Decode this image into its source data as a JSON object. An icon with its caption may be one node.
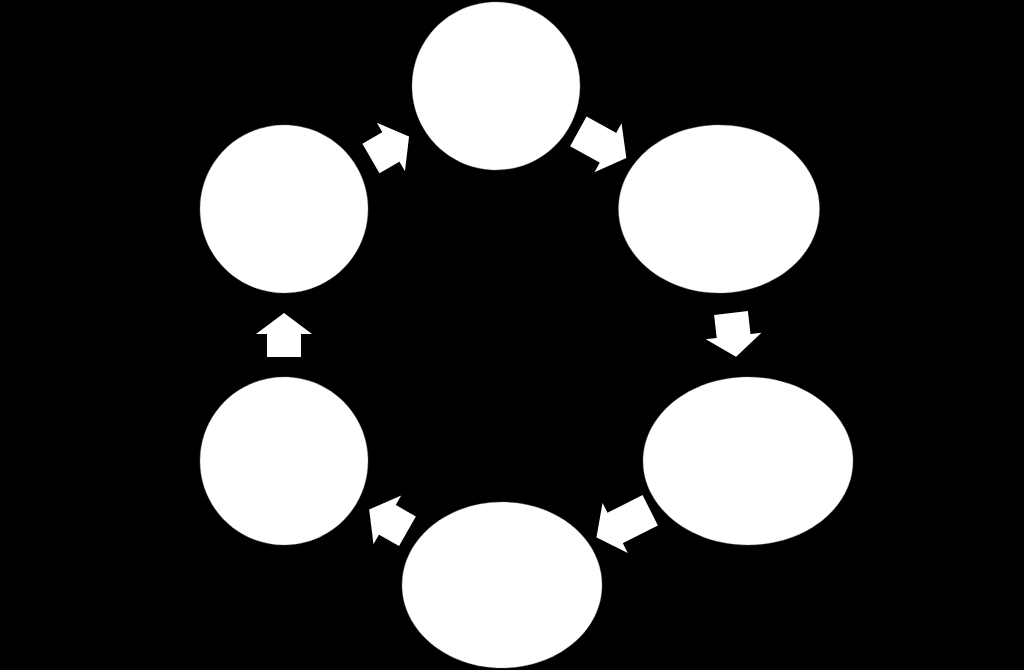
{
  "diagram": {
    "nodes": [
      {
        "text": [],
        "shape": "circle"
      },
      {
        "text": [],
        "shape": "circle"
      },
      {
        "text": [],
        "shape": "ellipse"
      },
      {
        "text": [],
        "shape": "circle"
      },
      {
        "text": [],
        "shape": "ellipse"
      },
      {
        "text": [],
        "shape": "ellipse"
      }
    ],
    "edges": [
      {
        "from": 0,
        "to": 2,
        "arrow": "to"
      },
      {
        "from": 2,
        "to": 4,
        "arrow": "to"
      },
      {
        "from": 4,
        "to": 5,
        "arrow": "to"
      },
      {
        "from": 5,
        "to": 3,
        "arrow": "to"
      },
      {
        "from": 3,
        "to": 1,
        "arrow": "to"
      },
      {
        "from": 1,
        "to": 0,
        "arrow": "to"
      }
    ]
  }
}
